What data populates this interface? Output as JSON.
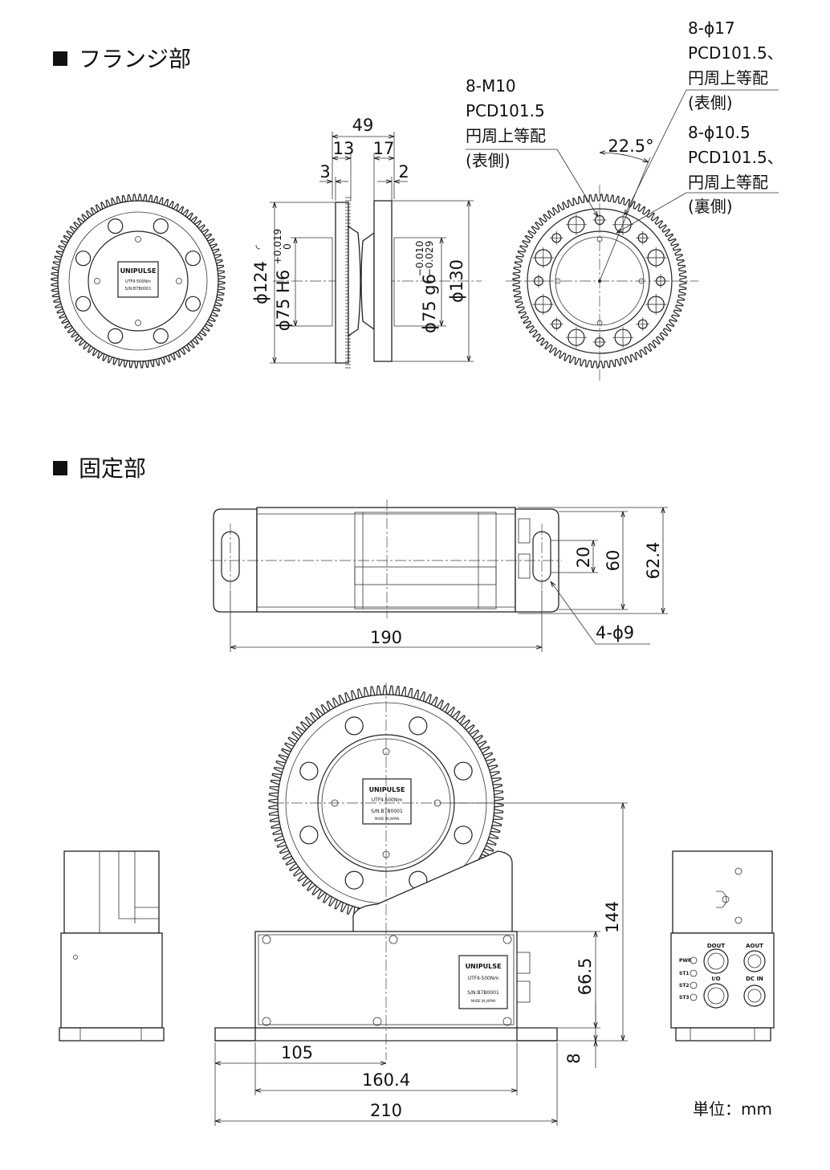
{
  "sections": {
    "flange_title": "フランジ部",
    "fixed_title": "固定部"
  },
  "callouts": {
    "c1": [
      "8-M10",
      "PCD101.5",
      "円周上等配",
      "(表側)"
    ],
    "c2": [
      "8-ϕ17",
      "PCD101.5、",
      "円周上等配",
      "(表側)"
    ],
    "c3": [
      "8-ϕ10.5",
      "PCD101.5、",
      "円周上等配",
      "(裏側)"
    ]
  },
  "dims": {
    "d49": "49",
    "d13": "13",
    "d17": "17",
    "d3": "3",
    "d2": "2",
    "phi124": "ϕ124",
    "phi75h6": "ϕ75 H6",
    "tol_h6_upper": "+0.019",
    "tol_h6_lower": "0",
    "phi75g6": "ϕ75 g6",
    "tol_g6_upper": "−0.010",
    "tol_g6_lower": "−0.029",
    "phi130": "ϕ130",
    "angle": "22.5°",
    "d190": "190",
    "d20": "20",
    "d60": "60",
    "d62_4": "62.4",
    "holes4": "4-ϕ9",
    "d144": "144",
    "d66_5": "66.5",
    "d8": "8",
    "d105": "105",
    "d160_4": "160.4",
    "d210": "210"
  },
  "labels": {
    "brand": "UNIPULSE",
    "model": "UTFⅡ-500Nm",
    "serial": "S/N:B7B0001",
    "made_in": "MADE IN JAPAN",
    "dout": "DOUT",
    "aout": "AOUT",
    "io": "I/O",
    "dcin": "DC IN",
    "pwr": "PWR",
    "st1": "ST1",
    "st2": "ST2",
    "st3": "ST3"
  },
  "unit_note": "単位：mm"
}
